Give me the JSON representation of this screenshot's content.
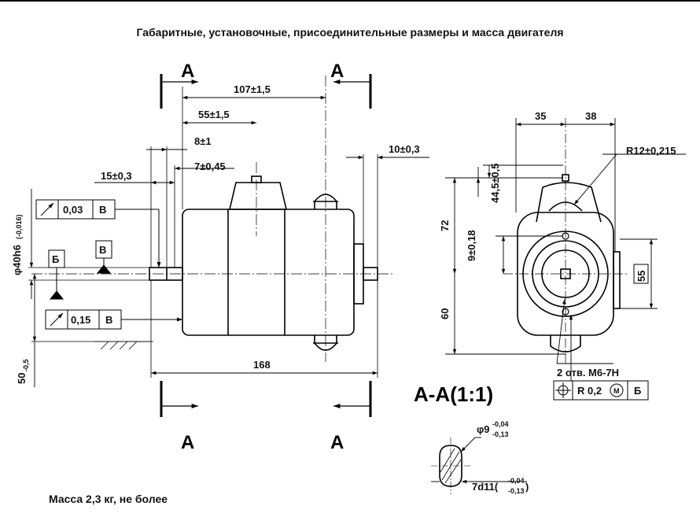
{
  "title": "Габаритные, установочные, присоединительные размеры и масса двигателя",
  "mass_note": "Масса 2,3 кг, не более",
  "section_view_label": "А-А(1:1)",
  "cut_letter": "А",
  "datum_b": "Б",
  "datum_v": "В",
  "dims": {
    "d107": "107±1,5",
    "d55": "55±1,5",
    "d8": "8±1",
    "d7": "7±0,45",
    "d15": "15±0,3",
    "d10": "10±0,3",
    "d168": "168",
    "d40": "φ40h6",
    "d40tol": "(-0,016)",
    "d50": "50",
    "d50tol": "-0,5",
    "d35": "35",
    "d38": "38",
    "r12": "R12±0,215",
    "d44": "44,5±0,5",
    "d72": "72",
    "d9": "9±0,18",
    "d60": "60",
    "d55box": "55",
    "holes": "2 отв. М6-7Н",
    "phi9": "φ9",
    "phi9_up": "-0,04",
    "phi9_dn": "-0,13",
    "d7d11": "7d11(",
    "d7d11_close": ")",
    "d7d11_up": "-0,04",
    "d7d11_dn": "-0,13"
  },
  "tolerance_frames": {
    "runout1": {
      "value": "0,03",
      "datum": "В"
    },
    "runout2": {
      "value": "0,15",
      "datum": "В"
    },
    "position": {
      "value": "R 0,2",
      "modifier": "M",
      "datum": "Б"
    }
  },
  "colors": {
    "ink": "#000000",
    "paper": "#ffffff"
  }
}
